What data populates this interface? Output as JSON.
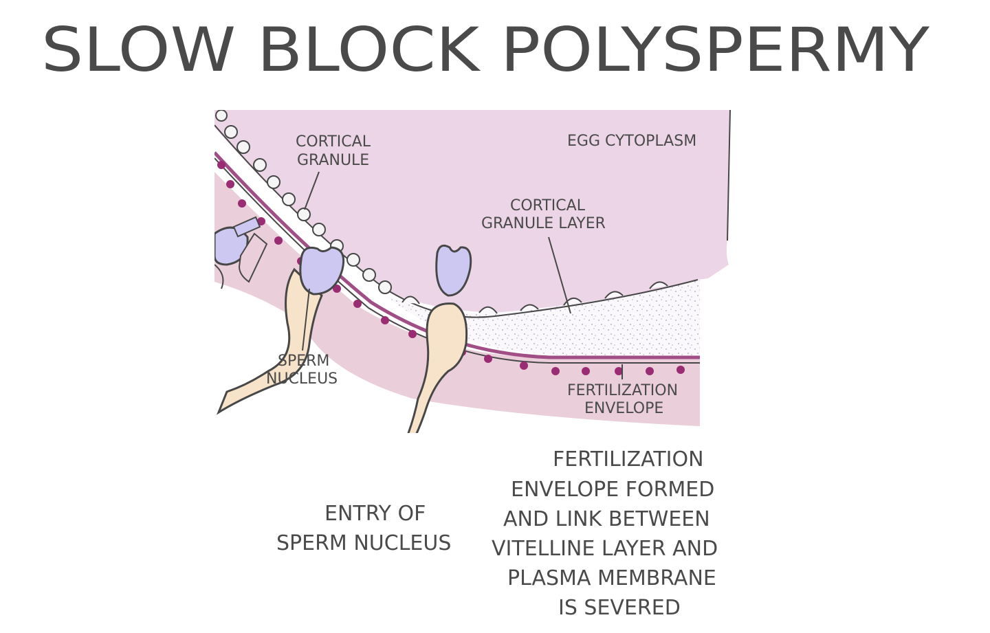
{
  "title": "SLOW BLOCK POLYSPERMY",
  "labels": {
    "cortical_granule": [
      "CORTICAL",
      "GRANULE"
    ],
    "egg_cytoplasm": "EGG CYTOPLASM",
    "cortical_granule_layer": [
      "CORTICAL",
      "GRANULE LAYER"
    ],
    "sperm_nucleus": [
      "SPERM",
      "NUCLEUS"
    ],
    "fertilization_envelope": [
      "FERTILIZATION",
      "ENVELOPE"
    ]
  },
  "captions": {
    "entry": [
      "ENTRY OF",
      "SPERM NUCLEUS"
    ],
    "envelope": [
      "FERTILIZATION",
      "ENVELOPE FORMED",
      "AND LINK BETWEEN",
      "VITELLINE LAYER AND",
      "PLASMA MEMBRANE",
      "IS SEVERED"
    ]
  },
  "colors": {
    "cytoplasm": "#ecd5e6",
    "envelope_band": "#eaced9",
    "membrane_line": "#a24e86",
    "membrane_dots": "#9a2c74",
    "granule": "#f5f5f5",
    "sperm_body": "#f7e3c9",
    "sperm_nucleus": "#ccc8f2",
    "text": "#4a4a4a"
  }
}
